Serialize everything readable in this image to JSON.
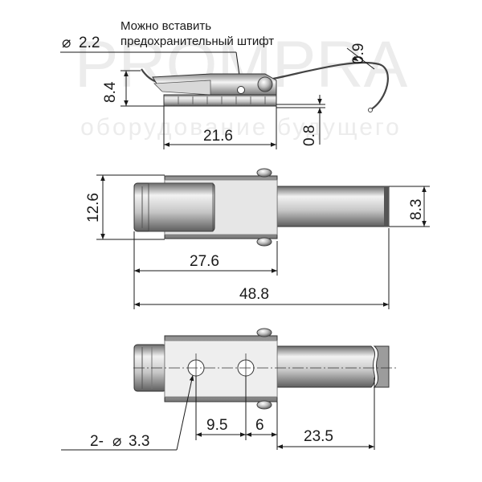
{
  "watermark": {
    "brand": "PROMPRA",
    "tagline": "оборудование будущего"
  },
  "side_view": {
    "pin_hole_label": "2.2",
    "pin_note_line1": "Можно  вставить",
    "pin_note_line2": "предохранительный штифт",
    "wire_dim": "0.9",
    "height_dim": "8.4",
    "length_dim": "21.6",
    "thickness_dim": "0.8"
  },
  "top_view": {
    "width_dim": "12.6",
    "strap_width_dim": "8.3",
    "base_length_dim": "27.6",
    "total_length_dim": "48.8"
  },
  "bottom_view": {
    "hole_label": "2-",
    "hole_dia_label": "3.3",
    "pitch_dim": "9.5",
    "offset_dim": "6",
    "slot_dim": "23.5"
  },
  "colors": {
    "metal_light": "#e8e8e8",
    "metal_mid": "#b5b5b5",
    "metal_dark": "#5a5a5a",
    "line": "#1a1a1a"
  }
}
